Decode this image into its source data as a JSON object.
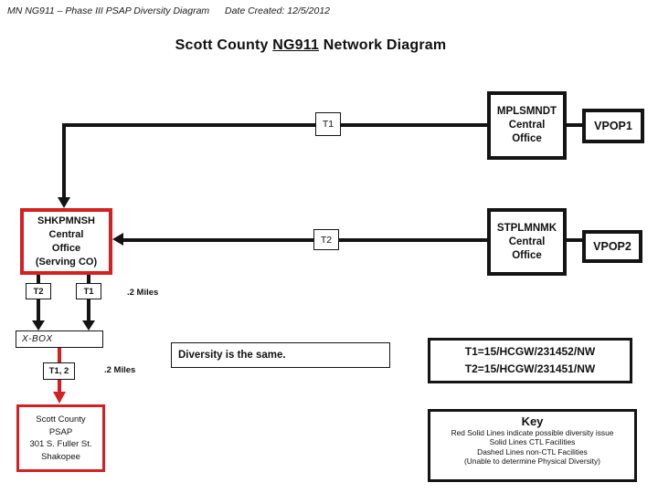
{
  "header": {
    "left": "MN NG911 – Phase III PSAP Diversity Diagram",
    "right": "Date Created: 12/5/2012"
  },
  "title": {
    "prefix": "Scott County ",
    "underlined": "NG911",
    "suffix": " Network Diagram"
  },
  "nodes": {
    "mpls_co": {
      "lines": [
        "MPLSMNDT",
        "Central",
        "Office"
      ]
    },
    "vpop1": {
      "label": "VPOP1"
    },
    "stpl_co": {
      "lines": [
        "STPLMNMK",
        "Central",
        "Office"
      ]
    },
    "vpop2": {
      "label": "VPOP2"
    },
    "shkp_co": {
      "lines": [
        "SHKPMNSH",
        "Central",
        "Office",
        "(Serving CO)"
      ]
    },
    "xbox": {
      "label": "X-BOX"
    },
    "psap": {
      "lines": [
        "Scott County",
        "PSAP",
        "301 S. Fuller St.",
        "Shakopee"
      ]
    }
  },
  "edge_labels": {
    "t1_top": "T1",
    "t2_mid": "T2",
    "t2_local": "T2",
    "t1_local": "T1",
    "t12": "T1, 2",
    "miles_co_xbox": ".2 Miles",
    "miles_xbox_psap": ".2 Miles"
  },
  "notes": {
    "diversity": "Diversity is the same.",
    "circuit_t1": "T1=15/HCGW/231452/NW",
    "circuit_t2": "T2=15/HCGW/231451/NW"
  },
  "key": {
    "title": "Key",
    "lines": [
      "Red Solid Lines indicate possible diversity issue",
      "Solid Lines CTL Facilities",
      "Dashed Lines non-CTL Facilities",
      "(Unable to determine Physical Diversity)"
    ]
  },
  "colors": {
    "diversity_red": "#d42020",
    "line_black": "#141414"
  }
}
